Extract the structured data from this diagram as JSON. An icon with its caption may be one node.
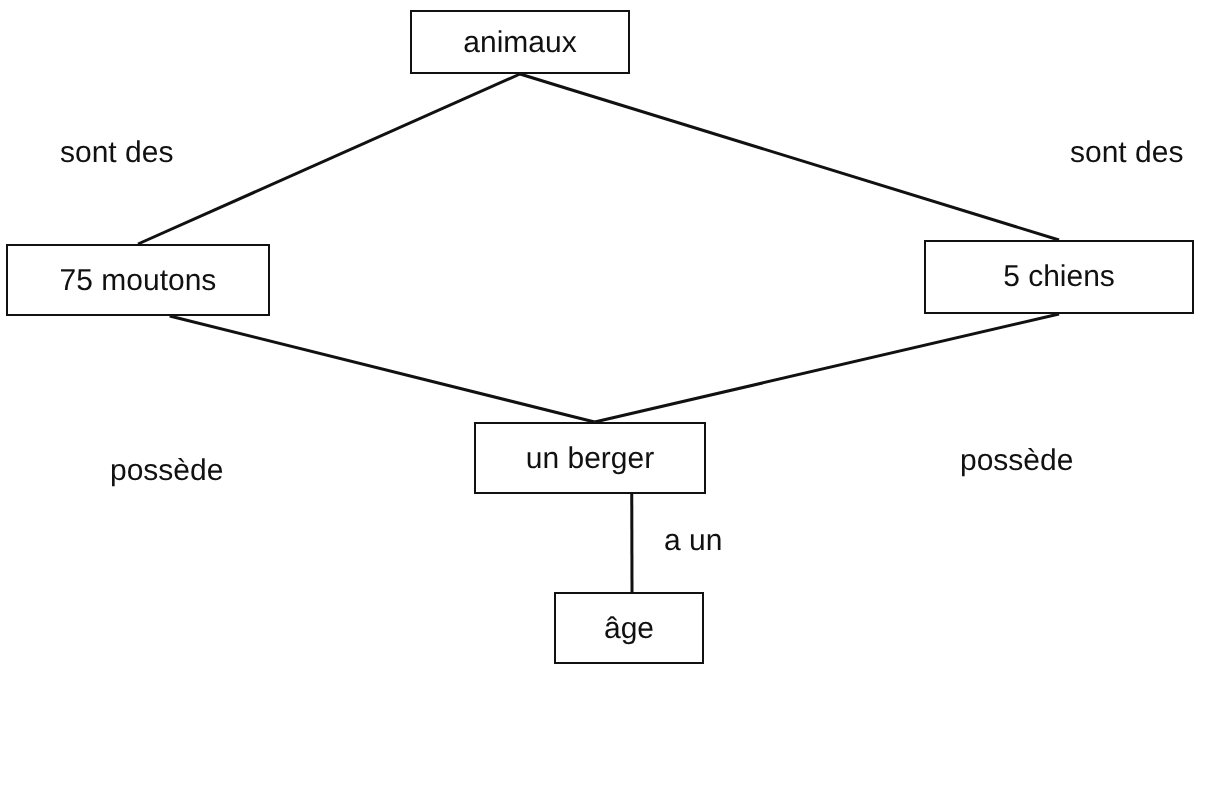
{
  "diagram": {
    "nodes": [
      {
        "text": [
          "animaux"
        ]
      },
      {
        "text": [
          "75 moutons"
        ]
      },
      {
        "text": [
          "5 chiens"
        ]
      },
      {
        "text": [
          "un berger"
        ]
      },
      {
        "text": [
          "âge"
        ]
      }
    ],
    "edges": [
      {
        "from": 1,
        "to": 0,
        "arrow": "none",
        "label": "sont des"
      },
      {
        "from": 2,
        "to": 0,
        "arrow": "none",
        "label": "sont des"
      },
      {
        "from": 3,
        "to": 1,
        "arrow": "none",
        "label": "possède"
      },
      {
        "from": 3,
        "to": 2,
        "arrow": "none",
        "label": "possède"
      },
      {
        "from": 3,
        "to": 4,
        "arrow": "none",
        "label": "a un"
      }
    ]
  }
}
